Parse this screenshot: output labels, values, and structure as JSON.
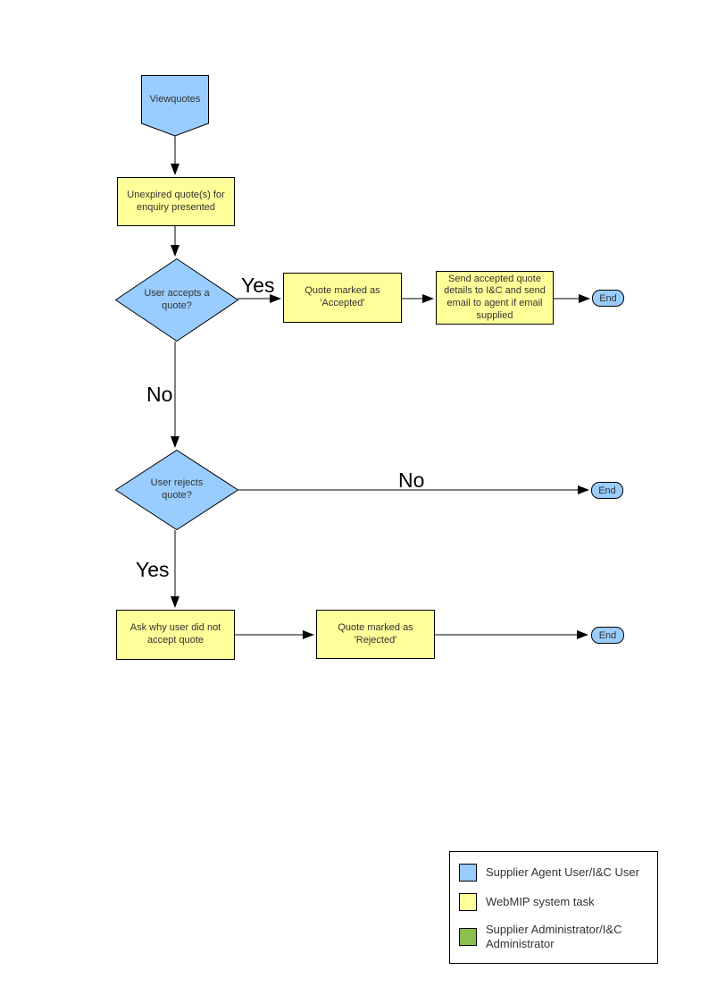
{
  "palette": {
    "actor_blue": "#99CCFF",
    "task_yellow": "#FFFF99",
    "admin_green": "#8CBF4D",
    "shape_border": "#000000"
  },
  "flowchart": {
    "nodes": {
      "start": {
        "label": "Viewquotes"
      },
      "unexpired": {
        "label": "Unexpired quote(s) for enquiry presented"
      },
      "accepts_decision": {
        "label": "User accepts a quote?"
      },
      "marked_accepted": {
        "label": "Quote  marked as 'Accepted'"
      },
      "send_details": {
        "label": "Send accepted quote details to I&C and send email to agent if email supplied"
      },
      "end_accepted": {
        "label": "End"
      },
      "rejects_decision": {
        "label": "User rejects quote?"
      },
      "end_reject_no": {
        "label": "End"
      },
      "ask_why": {
        "label": "Ask why user did not accept quote"
      },
      "marked_rejected": {
        "label": "Quote  marked as 'Rejected'"
      },
      "end_rejected": {
        "label": "End"
      }
    },
    "edge_labels": {
      "accepts_yes": "Yes",
      "accepts_no": "No",
      "rejects_no": "No",
      "rejects_yes": "Yes"
    }
  },
  "legend": {
    "items": [
      {
        "label": "Supplier Agent User/I&C User",
        "color": "#99CCFF"
      },
      {
        "label": "WebMIP system task",
        "color": "#FFFF99"
      },
      {
        "label": "Supplier Administrator/I&C Administrator",
        "color": "#8CBF4D"
      }
    ]
  }
}
